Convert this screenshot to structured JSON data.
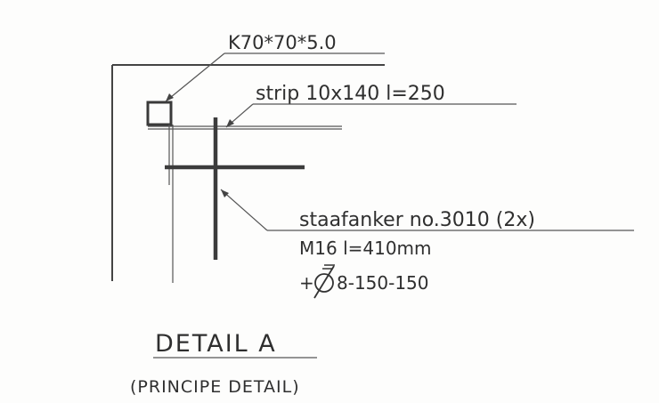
{
  "labels": {
    "angle_profile": "K70*70*5.0",
    "strip": "strip 10x140 l=250",
    "anchor_line1": "staafanker no.3010 (2x)",
    "anchor_line2": "M16 l=410mm",
    "anchor_line3_prefix": "+",
    "anchor_line3_value": "8-150-150"
  },
  "title": {
    "main": "DETAIL A",
    "sub": "(PRINCIPE DETAIL)"
  },
  "colors": {
    "ink": "#3a3a3a",
    "paper": "#fdfdfc"
  }
}
